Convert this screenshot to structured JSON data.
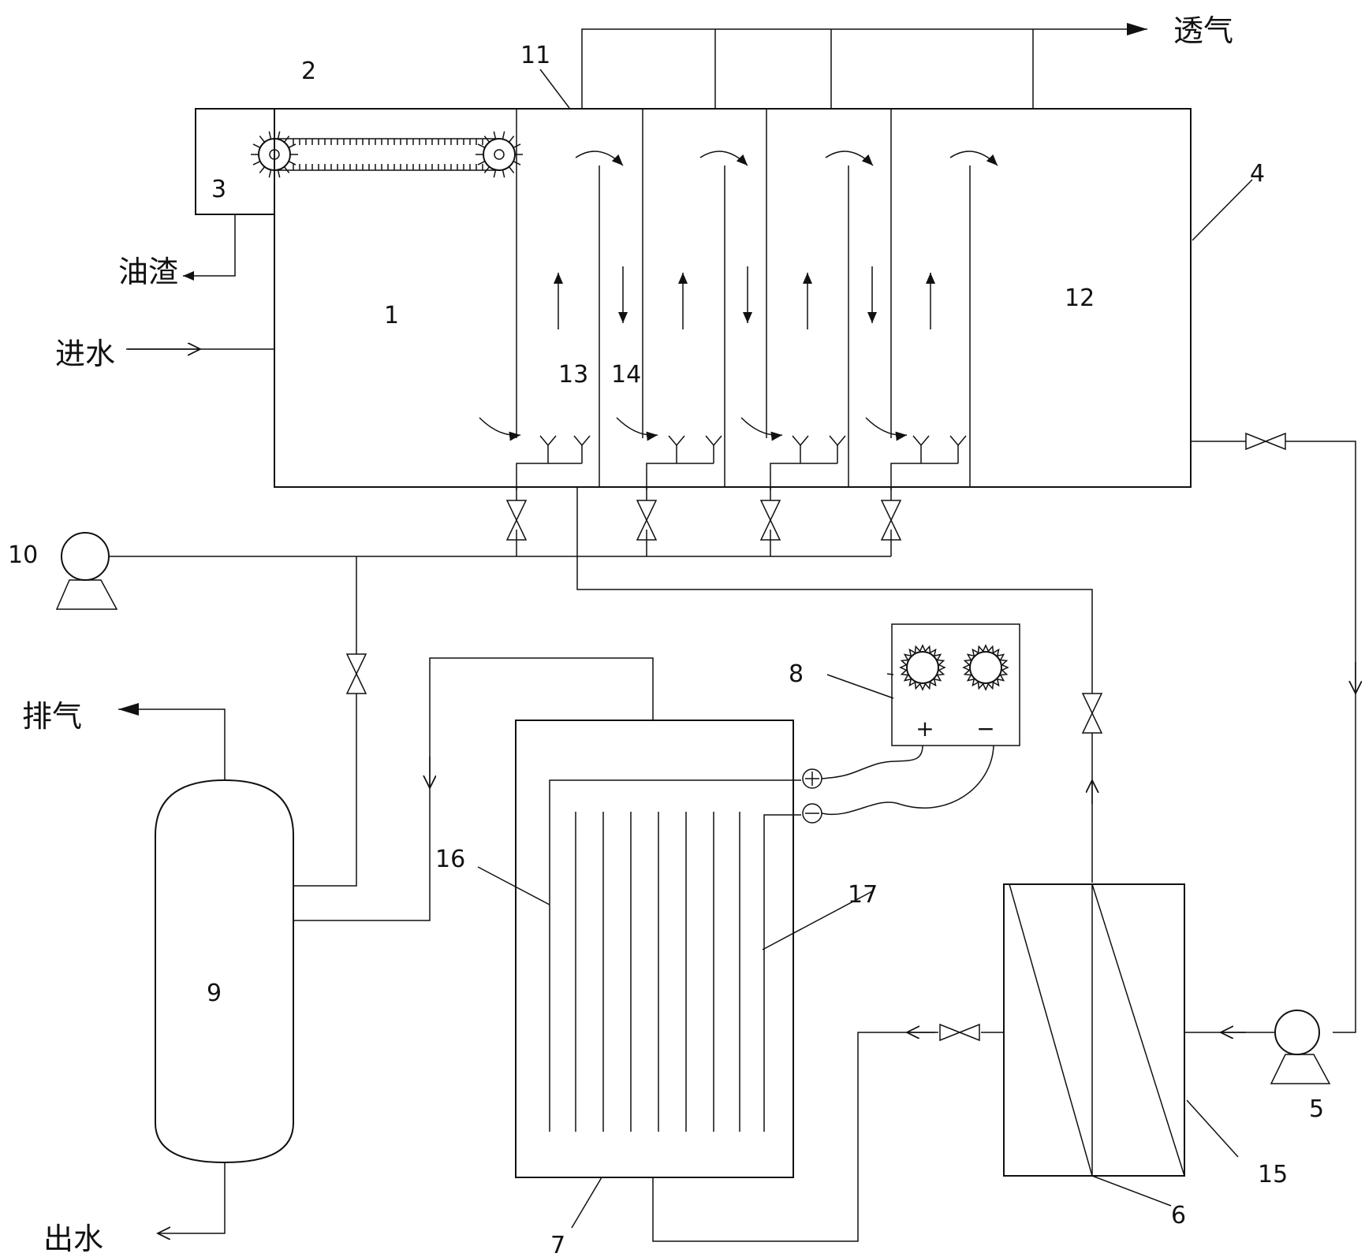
{
  "labels": {
    "l1": "1",
    "l2": "2",
    "l3": "3",
    "l4": "4",
    "l5": "5",
    "l6": "6",
    "l7": "7",
    "l8": "8",
    "l9": "9",
    "l10": "10",
    "l11": "11",
    "l12": "12",
    "l13": "13",
    "l14": "14",
    "l15": "15",
    "l16": "16",
    "l17": "17"
  },
  "text": {
    "permeate_gas": "透气",
    "oil_residue": "油渣",
    "water_inlet": "进水",
    "exhaust": "排气",
    "water_outlet": "出水",
    "plus": "+",
    "minus": "−",
    "plus_terminal": "⊕",
    "minus_terminal": "⊖"
  }
}
